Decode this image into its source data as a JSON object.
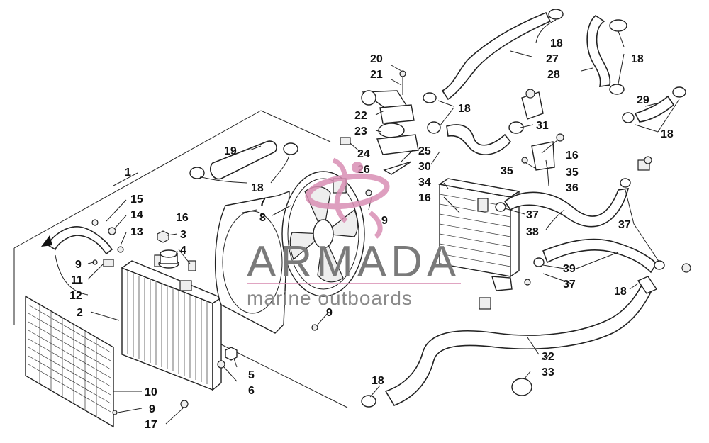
{
  "watermark": {
    "title": "ARMADA",
    "subtitle": "marine outboards",
    "accent_color": "#d98fb4"
  },
  "callouts": [
    {
      "id": "c1",
      "text": "1"
    },
    {
      "id": "c2",
      "text": "2"
    },
    {
      "id": "c3",
      "text": "3"
    },
    {
      "id": "c4",
      "text": "4"
    },
    {
      "id": "c5",
      "text": "5"
    },
    {
      "id": "c6",
      "text": "6"
    },
    {
      "id": "c7",
      "text": "7"
    },
    {
      "id": "c8",
      "text": "8"
    },
    {
      "id": "c9a",
      "text": "9"
    },
    {
      "id": "c9b",
      "text": "9"
    },
    {
      "id": "c9c",
      "text": "9"
    },
    {
      "id": "c9d",
      "text": "9"
    },
    {
      "id": "c10",
      "text": "10"
    },
    {
      "id": "c11",
      "text": "11"
    },
    {
      "id": "c12",
      "text": "12"
    },
    {
      "id": "c13",
      "text": "13"
    },
    {
      "id": "c14",
      "text": "14"
    },
    {
      "id": "c15",
      "text": "15"
    },
    {
      "id": "c16a",
      "text": "16"
    },
    {
      "id": "c16b",
      "text": "16"
    },
    {
      "id": "c16c",
      "text": "16"
    },
    {
      "id": "c17",
      "text": "17"
    },
    {
      "id": "c18a",
      "text": "18"
    },
    {
      "id": "c18b",
      "text": "18"
    },
    {
      "id": "c18c",
      "text": "18"
    },
    {
      "id": "c18d",
      "text": "18"
    },
    {
      "id": "c18e",
      "text": "18"
    },
    {
      "id": "c18f",
      "text": "18"
    },
    {
      "id": "c18g",
      "text": "18"
    },
    {
      "id": "c19",
      "text": "19"
    },
    {
      "id": "c20",
      "text": "20"
    },
    {
      "id": "c21",
      "text": "21"
    },
    {
      "id": "c22",
      "text": "22"
    },
    {
      "id": "c23",
      "text": "23"
    },
    {
      "id": "c24",
      "text": "24"
    },
    {
      "id": "c25",
      "text": "25"
    },
    {
      "id": "c26",
      "text": "26"
    },
    {
      "id": "c27",
      "text": "27"
    },
    {
      "id": "c28",
      "text": "28"
    },
    {
      "id": "c29",
      "text": "29"
    },
    {
      "id": "c30",
      "text": "30"
    },
    {
      "id": "c31",
      "text": "31"
    },
    {
      "id": "c32",
      "text": "32"
    },
    {
      "id": "c33",
      "text": "33"
    },
    {
      "id": "c34",
      "text": "34"
    },
    {
      "id": "c35a",
      "text": "35"
    },
    {
      "id": "c35b",
      "text": "35"
    },
    {
      "id": "c36",
      "text": "36"
    },
    {
      "id": "c37a",
      "text": "37"
    },
    {
      "id": "c37b",
      "text": "37"
    },
    {
      "id": "c37c",
      "text": "37"
    },
    {
      "id": "c38",
      "text": "38"
    },
    {
      "id": "c39",
      "text": "39"
    }
  ]
}
